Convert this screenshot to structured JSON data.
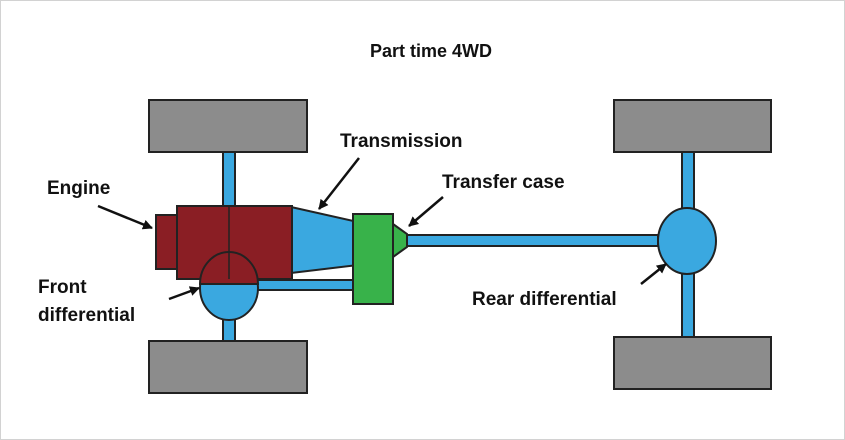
{
  "diagram": {
    "title": "Part time 4WD",
    "labels": {
      "transmission": "Transmission",
      "engine": "Engine",
      "transfer_case": "Transfer case",
      "front_differential_line1": "Front",
      "front_differential_line2": "differential",
      "rear_differential": "Rear differential"
    },
    "colors": {
      "wheel": "#8c8c8c",
      "axle": "#3aa8e0",
      "engine": "#8a1e24",
      "transmission": "#3aa8e0",
      "transfer_case": "#38b24a",
      "differential": "#3aa8e0",
      "outline": "#222222"
    }
  }
}
